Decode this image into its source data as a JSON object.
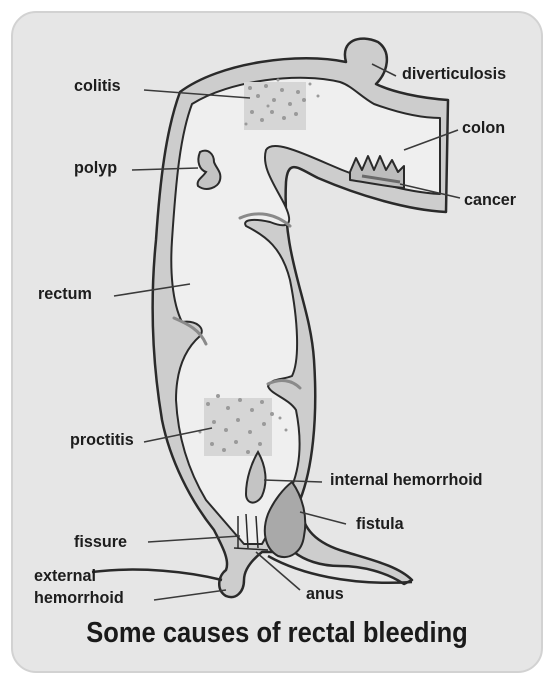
{
  "labels": {
    "colitis": "colitis",
    "diverticulosis": "diverticulosis",
    "colon": "colon",
    "polyp": "polyp",
    "cancer": "cancer",
    "rectum": "rectum",
    "proctitis": "proctitis",
    "internal_hemorrhoid": "internal hemorrhoid",
    "fistula": "fistula",
    "fissure": "fissure",
    "external_hemorrhoid_line1": "external",
    "external_hemorrhoid_line2": "hemorrhoid",
    "anus": "anus"
  },
  "caption": "Some causes of rectal bleeding",
  "colors": {
    "panel": "#e6e6e6",
    "wall": "#c9c9c9",
    "outline": "#2a2a2a",
    "lumen": "#efefef"
  }
}
